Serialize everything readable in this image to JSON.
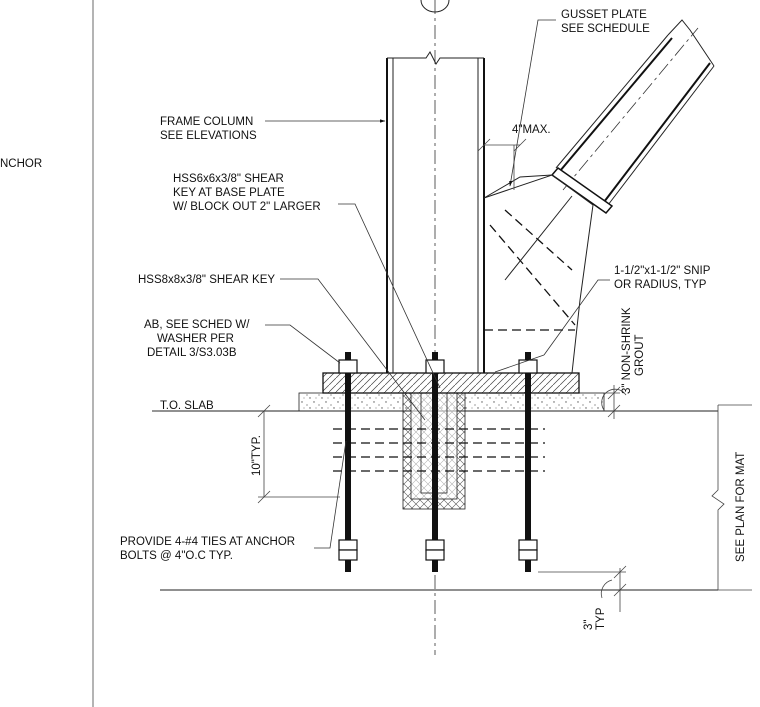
{
  "notes": {
    "frame_column": [
      "FRAME COLUMN",
      "SEE ELEVATIONS"
    ],
    "shear_key_hss6": [
      "HSS6x6x3/8\" SHEAR",
      "KEY AT BASE PLATE",
      "W/ BLOCK OUT 2\" LARGER"
    ],
    "shear_key_hss8": "HSS8x8x3/8\" SHEAR KEY",
    "anchor_bolts": [
      "AB, SEE SCHED W/",
      "WASHER PER",
      "DETAIL 3/S3.03B"
    ],
    "slab": "T.O. SLAB",
    "ties": [
      "PROVIDE 4-#4 TIES AT ANCHOR",
      "BOLTS @ 4\"O.C TYP."
    ],
    "gusset": [
      "GUSSET PLATE",
      "SEE SCHEDULE"
    ],
    "snip": [
      "1-1/2\"x1-1/2\" SNIP",
      "OR RADIUS, TYP"
    ],
    "grout": [
      "3\" NON-SHRINK",
      "GROUT"
    ],
    "max_gap": "4\"MAX.",
    "embed_depth": "10\"TYP.",
    "mat_ref": "SEE PLAN FOR MAT",
    "cover": [
      "3\"",
      "TYP"
    ],
    "cut_off_text": "NCHOR"
  }
}
